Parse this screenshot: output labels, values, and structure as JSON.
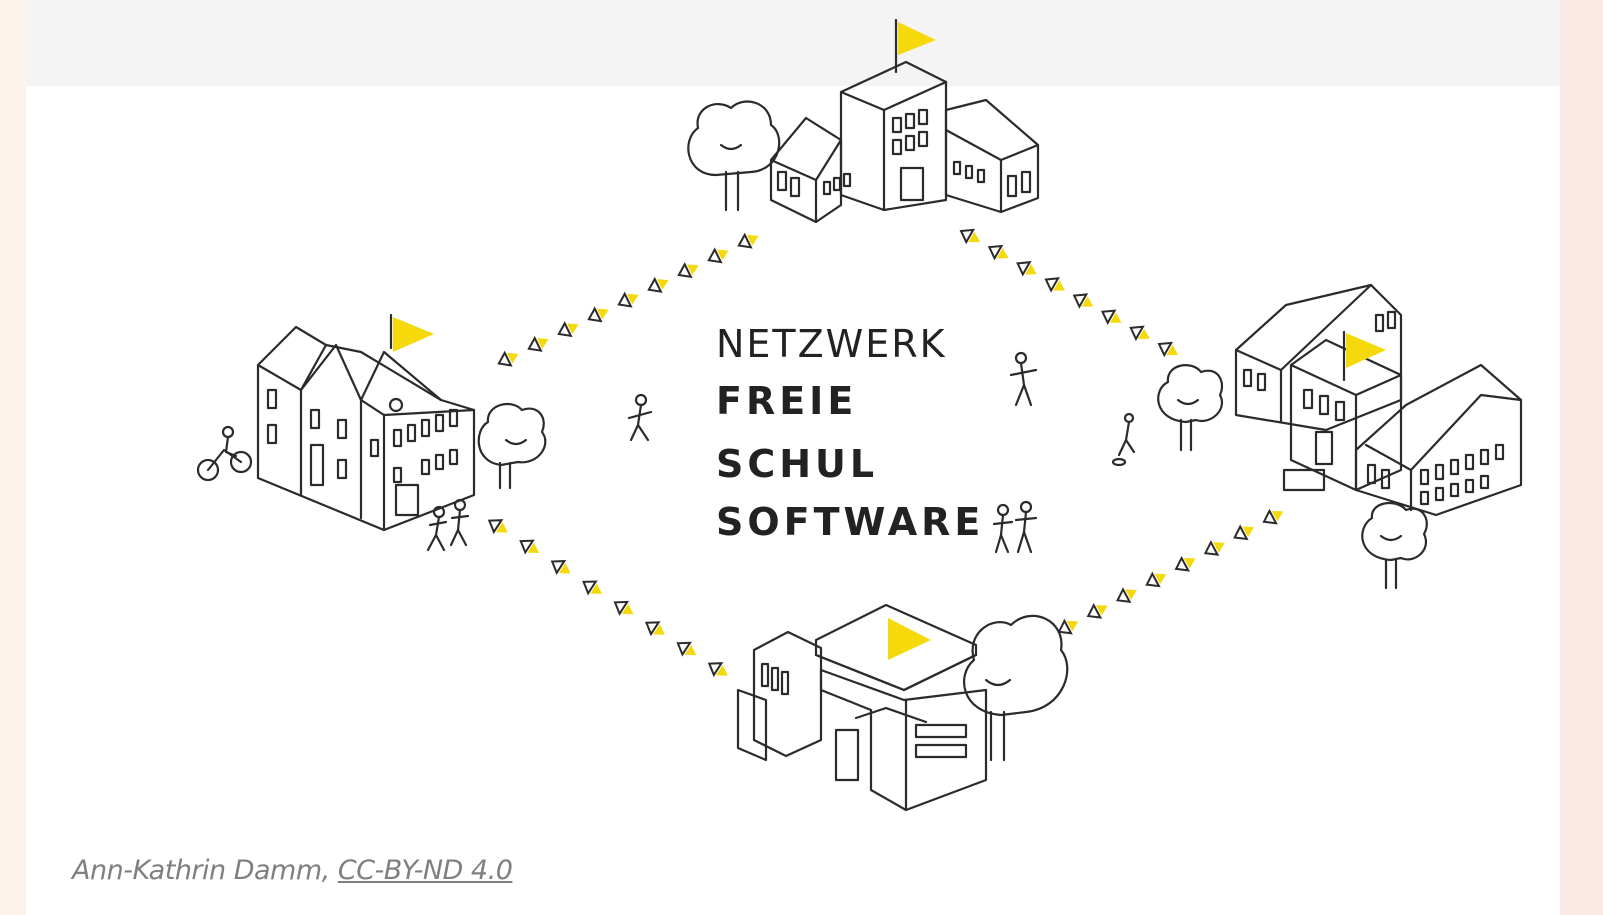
{
  "logo": {
    "line1": "NETZWERK",
    "line2": "FREIE",
    "line3": "SCHUL",
    "line4": "SOFTWARE"
  },
  "caption": {
    "author": "Ann-Kathrin Damm,",
    "license_link": "CC-BY-ND 4.0"
  },
  "colors": {
    "flag": "#f5d90a",
    "outline": "#2b2b2b",
    "caption": "#7f7f7f"
  }
}
